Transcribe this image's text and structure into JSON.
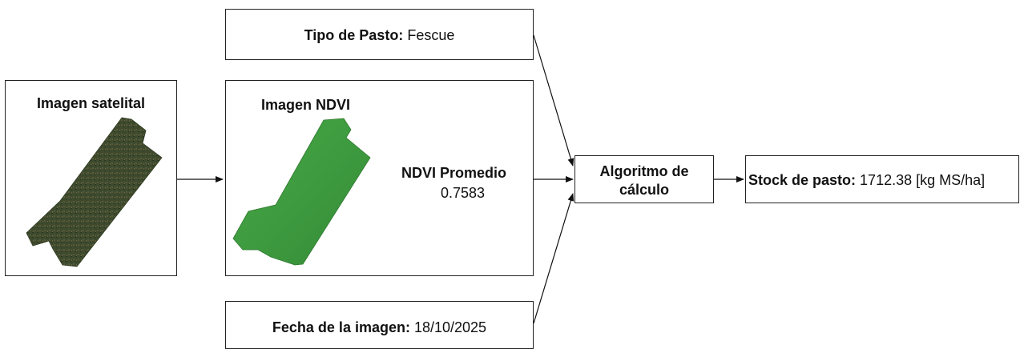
{
  "grass_type": {
    "label": "Tipo de Pasto:",
    "value": "Fescue"
  },
  "satellite": {
    "title": "Imagen satelital"
  },
  "ndvi_image": {
    "title": "Imagen NDVI"
  },
  "ndvi_avg": {
    "label": "NDVI Promedio",
    "value": "0.7583"
  },
  "algorithm": {
    "line1": "Algoritmo de",
    "line2": "cálculo"
  },
  "stock": {
    "label": "Stock de pasto:",
    "value": "1712.38 [kg MS/ha]"
  },
  "image_date": {
    "label": "Fecha de la imagen:",
    "value": "18/10/2025"
  },
  "colors": {
    "field_dark": "#3c4a2c",
    "ndvi_green": "#3f9a3f"
  }
}
